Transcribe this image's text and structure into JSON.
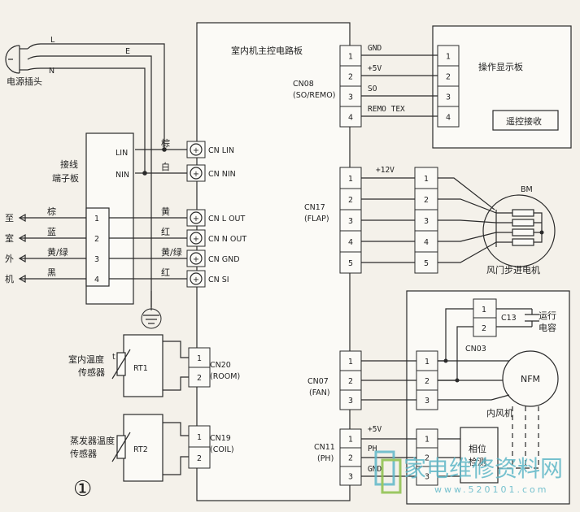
{
  "power_plug": {
    "label": "电源插头",
    "wire_l": "L",
    "wire_e": "E",
    "wire_n": "N"
  },
  "terminal_board": {
    "label_line1": "接线",
    "label_line2": "端子板",
    "in_lin": "LIN",
    "in_nin": "NIN",
    "rows": [
      "1",
      "2",
      "3",
      "4"
    ],
    "colors_left": [
      "棕",
      "蓝",
      "黄/绿",
      "黑"
    ],
    "outdoor_chars": [
      "至",
      "室",
      "外",
      "机"
    ]
  },
  "main_board": {
    "title": "室内机主控电路板",
    "power_connectors": [
      {
        "color": "棕",
        "name": "CN LIN"
      },
      {
        "color": "白",
        "name": "CN NIN"
      }
    ],
    "out_connectors": [
      {
        "color": "黄",
        "name": "CN L OUT"
      },
      {
        "color": "红",
        "name": "CN N OUT"
      },
      {
        "color": "黄/绿",
        "name": "CN GND"
      },
      {
        "color": "红",
        "name": "CN SI"
      }
    ],
    "cn08": {
      "label": "CN08",
      "sub": "(SO/REMO)",
      "pins": [
        "1",
        "2",
        "3",
        "4"
      ],
      "signals": [
        "GND",
        "+5V",
        "SO",
        "REMO TEX"
      ]
    },
    "cn17": {
      "label": "CN17",
      "sub": "(FLAP)",
      "pins": [
        "1",
        "2",
        "3",
        "4",
        "5"
      ],
      "signal": "+12V"
    },
    "cn20": {
      "label": "CN20",
      "sub": "(ROOM)",
      "pins": [
        "1",
        "2"
      ]
    },
    "cn19": {
      "label": "CN19",
      "sub": "(COIL)",
      "pins": [
        "1",
        "2"
      ]
    },
    "cn07": {
      "label": "CN07",
      "sub": "(FAN)",
      "pins": [
        "1",
        "2",
        "3"
      ]
    },
    "cn11": {
      "label": "CN11",
      "sub": "(PH)",
      "pins": [
        "1",
        "2",
        "3"
      ],
      "signals": [
        "+5V",
        "PH",
        "GND"
      ]
    }
  },
  "display_board": {
    "title": "操作显示板",
    "pins": [
      "1",
      "2",
      "3",
      "4"
    ],
    "remote": "遥控接收"
  },
  "flap_motor": {
    "label": "BM",
    "caption": "风门步进电机",
    "pins": [
      "1",
      "2",
      "3",
      "4",
      "5"
    ]
  },
  "fan_group": {
    "capacitor_label": "C13",
    "cap_text_line1": "运行",
    "cap_text_line2": "电容",
    "cap_pins": [
      "1",
      "2"
    ],
    "cn03": "CN03",
    "motor": "NFM",
    "caption": "内风机",
    "pins": [
      "1",
      "2",
      "3"
    ],
    "ph_pins": [
      "1",
      "2",
      "3"
    ],
    "hall_line1": "相位",
    "hall_line2": "检测"
  },
  "room_sensor": {
    "line1": "室内温度",
    "line2": "传感器",
    "t": "t",
    "name": "RT1"
  },
  "coil_sensor": {
    "line1": "蒸发器温度",
    "line2": "传感器",
    "name": "RT2"
  },
  "figure_mark": "①",
  "watermark": {
    "text": "家电维修资料网",
    "url": "www.520101.com"
  }
}
